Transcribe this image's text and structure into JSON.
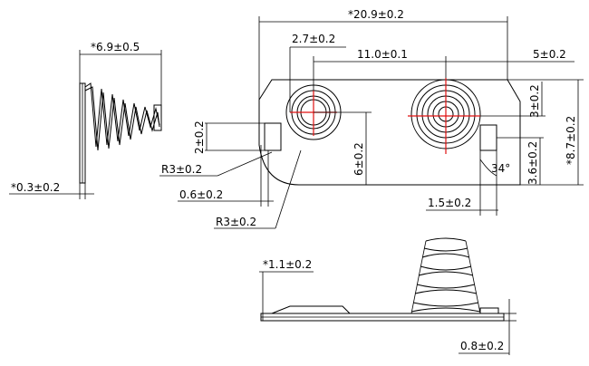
{
  "dimensions": {
    "side_width": "*6.9±0.5",
    "side_thickness": "*0.3±0.2",
    "total_width": "*20.9±0.2",
    "hole_offset": "2.7±0.2",
    "center_distance": "11.0±0.1",
    "right_edge": "5±0.2",
    "tab_height": "2±0.2",
    "corner_radius_1": "R3±0.2",
    "slot_gap": "0.6±0.2",
    "corner_radius_2": "R3±0.2",
    "center_height": "6±0.2",
    "right_hole": "3±0.2",
    "right_tab": "3.6±0.2",
    "angle": "34°",
    "total_height": "*8.7±0.2",
    "right_slot": "1.5±0.2",
    "bottom_height": "*1.1±0.2",
    "base_thickness": "0.8±0.2"
  }
}
